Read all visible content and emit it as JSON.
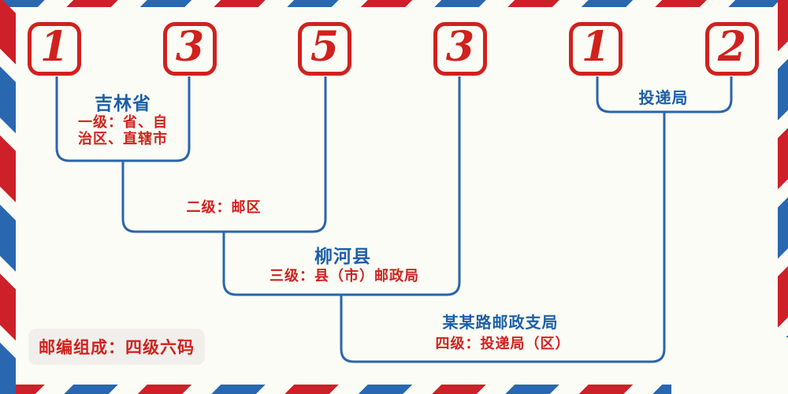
{
  "postal_code": {
    "digits": [
      "1",
      "3",
      "5",
      "3",
      "1",
      "2"
    ]
  },
  "levels": {
    "level1": {
      "place": "吉林省",
      "desc_line1": "一级：省、自",
      "desc_line2": "治区、直辖市"
    },
    "level2": {
      "desc": "二级：邮区"
    },
    "level3": {
      "place": "柳河县",
      "desc": "三级：县（市）邮政局"
    },
    "level4": {
      "place": "某某路邮政支局",
      "desc": "四级：投递局（区）"
    },
    "delivery": {
      "label": "投递局"
    }
  },
  "footer": {
    "composition": "邮编组成：四级六码"
  },
  "colors": {
    "digit_red": "#d0211e",
    "line_blue": "#2a65ad",
    "text_blue": "#1d5fa8",
    "stripe_red": "#ce2029",
    "stripe_blue": "#2a67b1",
    "background": "#fbfcf5",
    "footer_badge_bg": "#f1efec"
  }
}
